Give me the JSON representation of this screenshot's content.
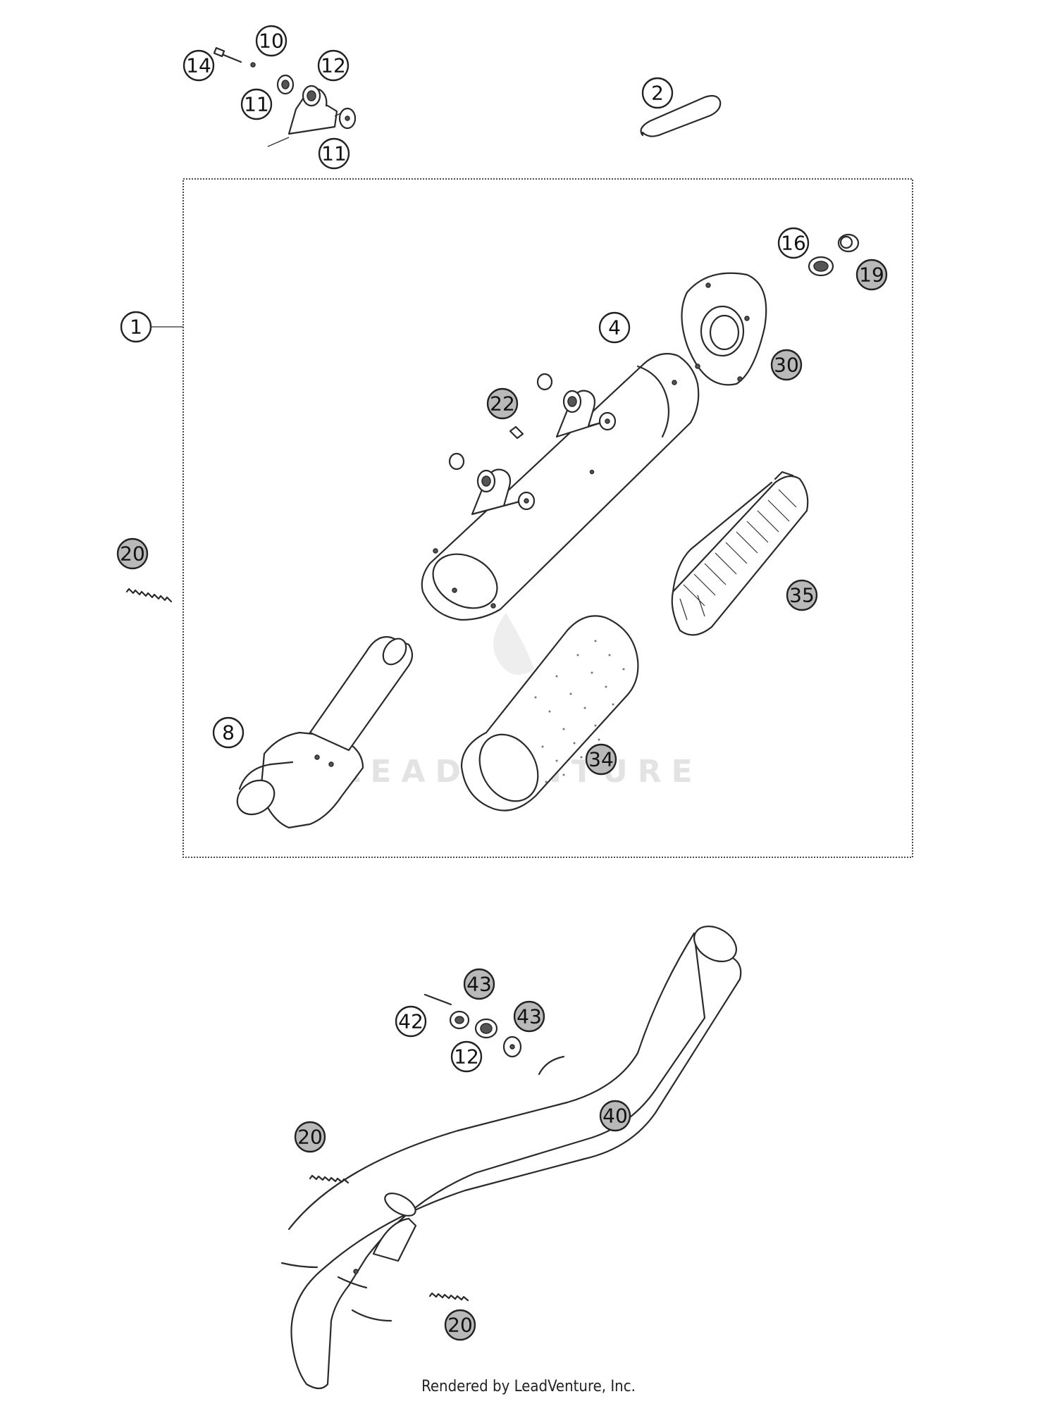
{
  "watermark": "LEADVENTURE",
  "footer": "Rendered by LeadVenture, Inc.",
  "callouts": [
    {
      "id": "c10",
      "label": "10"
    },
    {
      "id": "c14",
      "label": "14"
    },
    {
      "id": "c12a",
      "label": "12"
    },
    {
      "id": "c11a",
      "label": "11"
    },
    {
      "id": "c11b",
      "label": "11"
    },
    {
      "id": "c2",
      "label": "2"
    },
    {
      "id": "c16",
      "label": "16"
    },
    {
      "id": "c19",
      "label": "19"
    },
    {
      "id": "c1",
      "label": "1"
    },
    {
      "id": "c4",
      "label": "4"
    },
    {
      "id": "c30",
      "label": "30"
    },
    {
      "id": "c22",
      "label": "22"
    },
    {
      "id": "c20a",
      "label": "20"
    },
    {
      "id": "c35",
      "label": "35"
    },
    {
      "id": "c8",
      "label": "8"
    },
    {
      "id": "c34",
      "label": "34"
    },
    {
      "id": "c43a",
      "label": "43"
    },
    {
      "id": "c42",
      "label": "42"
    },
    {
      "id": "c43b",
      "label": "43"
    },
    {
      "id": "c12b",
      "label": "12"
    },
    {
      "id": "c40",
      "label": "40"
    },
    {
      "id": "c20b",
      "label": "20"
    },
    {
      "id": "c20c",
      "label": "20"
    }
  ]
}
